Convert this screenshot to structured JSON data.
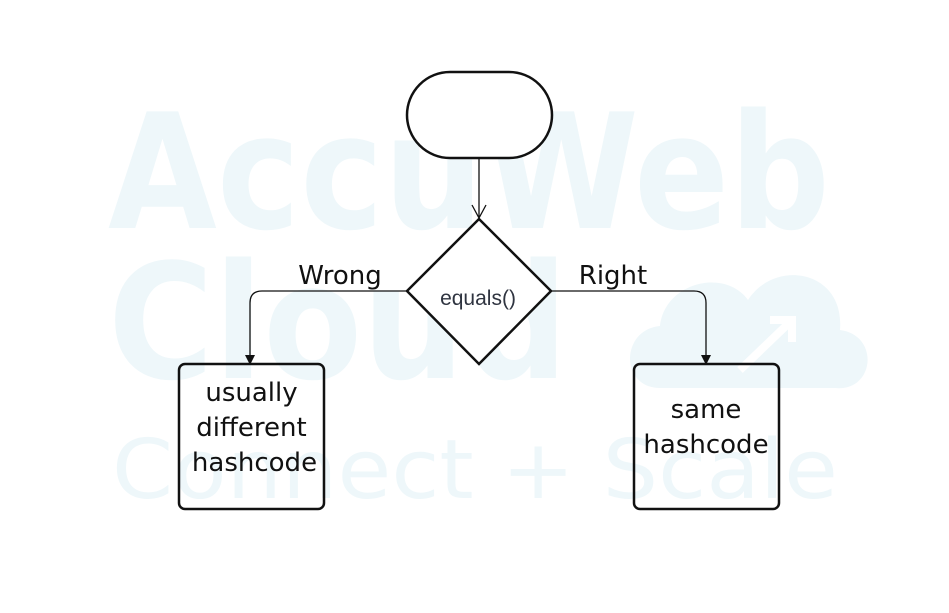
{
  "watermark": {
    "line1": "AccuWeb",
    "line2": "Cloud",
    "line3": "Connect + Scale",
    "color": "#eef7fa"
  },
  "diagram": {
    "start_node": {
      "label": ""
    },
    "decision": {
      "label": "equals()"
    },
    "edges": {
      "left_label": "Wrong",
      "right_label": "Right"
    },
    "left_box": {
      "lines": [
        "usually",
        "different",
        "hashcode"
      ]
    },
    "right_box": {
      "lines": [
        "same",
        "hashcode"
      ]
    }
  },
  "colors": {
    "stroke": "#111111",
    "background": "#ffffff",
    "diamond_text": "#2f3440"
  }
}
